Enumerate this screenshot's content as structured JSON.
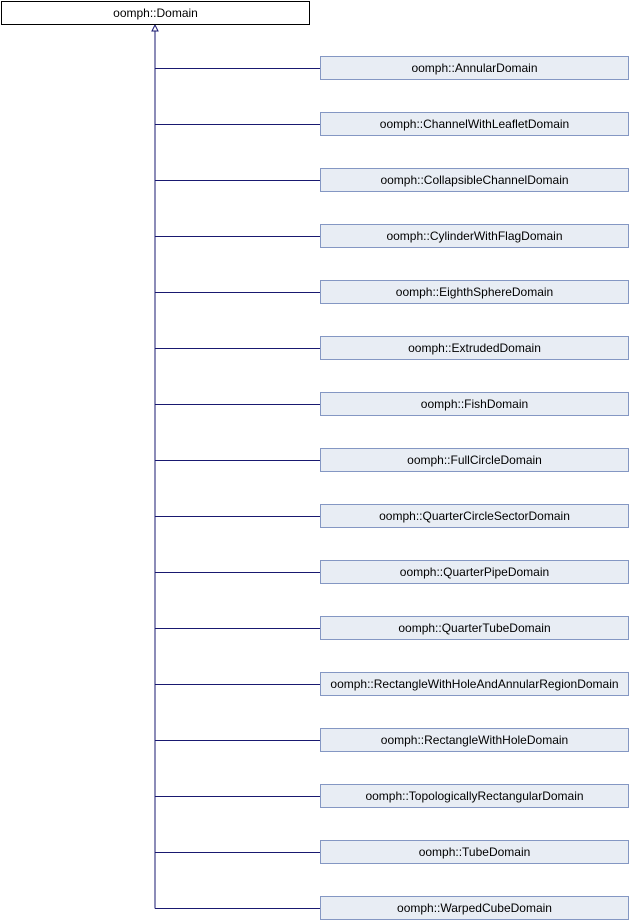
{
  "base_class": {
    "label": "oomph::Domain"
  },
  "derived_classes": [
    {
      "label": "oomph::AnnularDomain"
    },
    {
      "label": "oomph::ChannelWithLeafletDomain"
    },
    {
      "label": "oomph::CollapsibleChannelDomain"
    },
    {
      "label": "oomph::CylinderWithFlagDomain"
    },
    {
      "label": "oomph::EighthSphereDomain"
    },
    {
      "label": "oomph::ExtrudedDomain"
    },
    {
      "label": "oomph::FishDomain"
    },
    {
      "label": "oomph::FullCircleDomain"
    },
    {
      "label": "oomph::QuarterCircleSectorDomain"
    },
    {
      "label": "oomph::QuarterPipeDomain"
    },
    {
      "label": "oomph::QuarterTubeDomain"
    },
    {
      "label": "oomph::RectangleWithHoleAndAnnularRegionDomain"
    },
    {
      "label": "oomph::RectangleWithHoleDomain"
    },
    {
      "label": "oomph::TopologicallyRectangularDomain"
    },
    {
      "label": "oomph::TubeDomain"
    },
    {
      "label": "oomph::WarpedCubeDomain"
    }
  ],
  "colors": {
    "edge": "#191970",
    "derived_fill": "#e8edf4",
    "derived_border": "#8497c3",
    "base_border": "#000000"
  }
}
